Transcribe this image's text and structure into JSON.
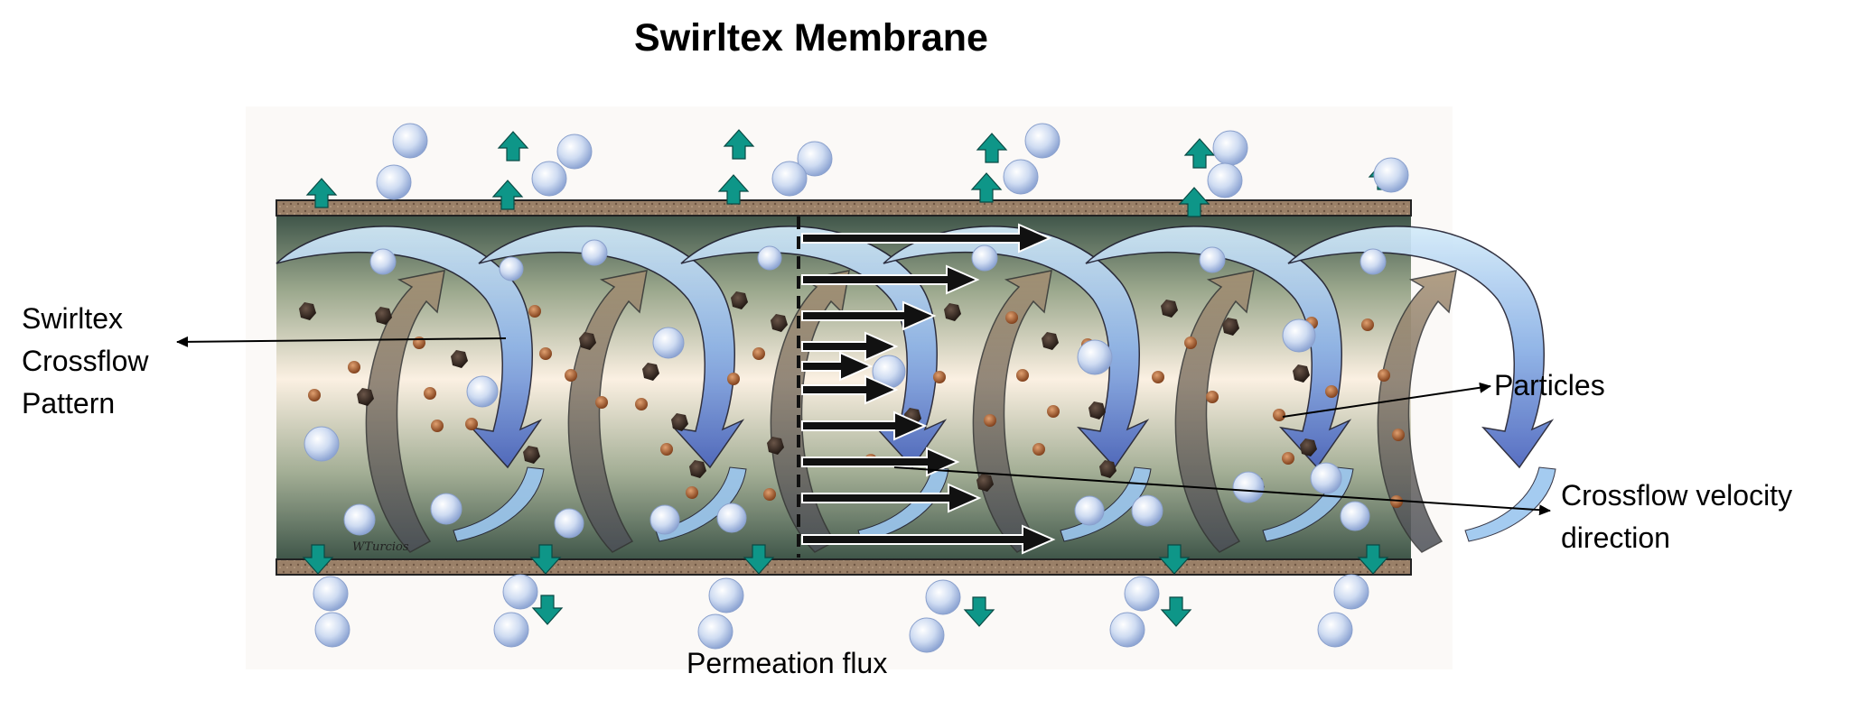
{
  "title": "Swirltex Membrane",
  "labels": {
    "swirl_pattern": "Swirltex Crossflow Pattern",
    "particles": "Particles",
    "velocity": "Crossflow velocity direction",
    "flux": "Permeation flux",
    "signature": "WTurcios"
  },
  "colors": {
    "membrane": "#8c7560",
    "flux_arrow": "#0e9688",
    "swirl_front": "#5f7fd0",
    "swirl_back": "#7a6a5a",
    "velocity_arrow": "#111111"
  }
}
